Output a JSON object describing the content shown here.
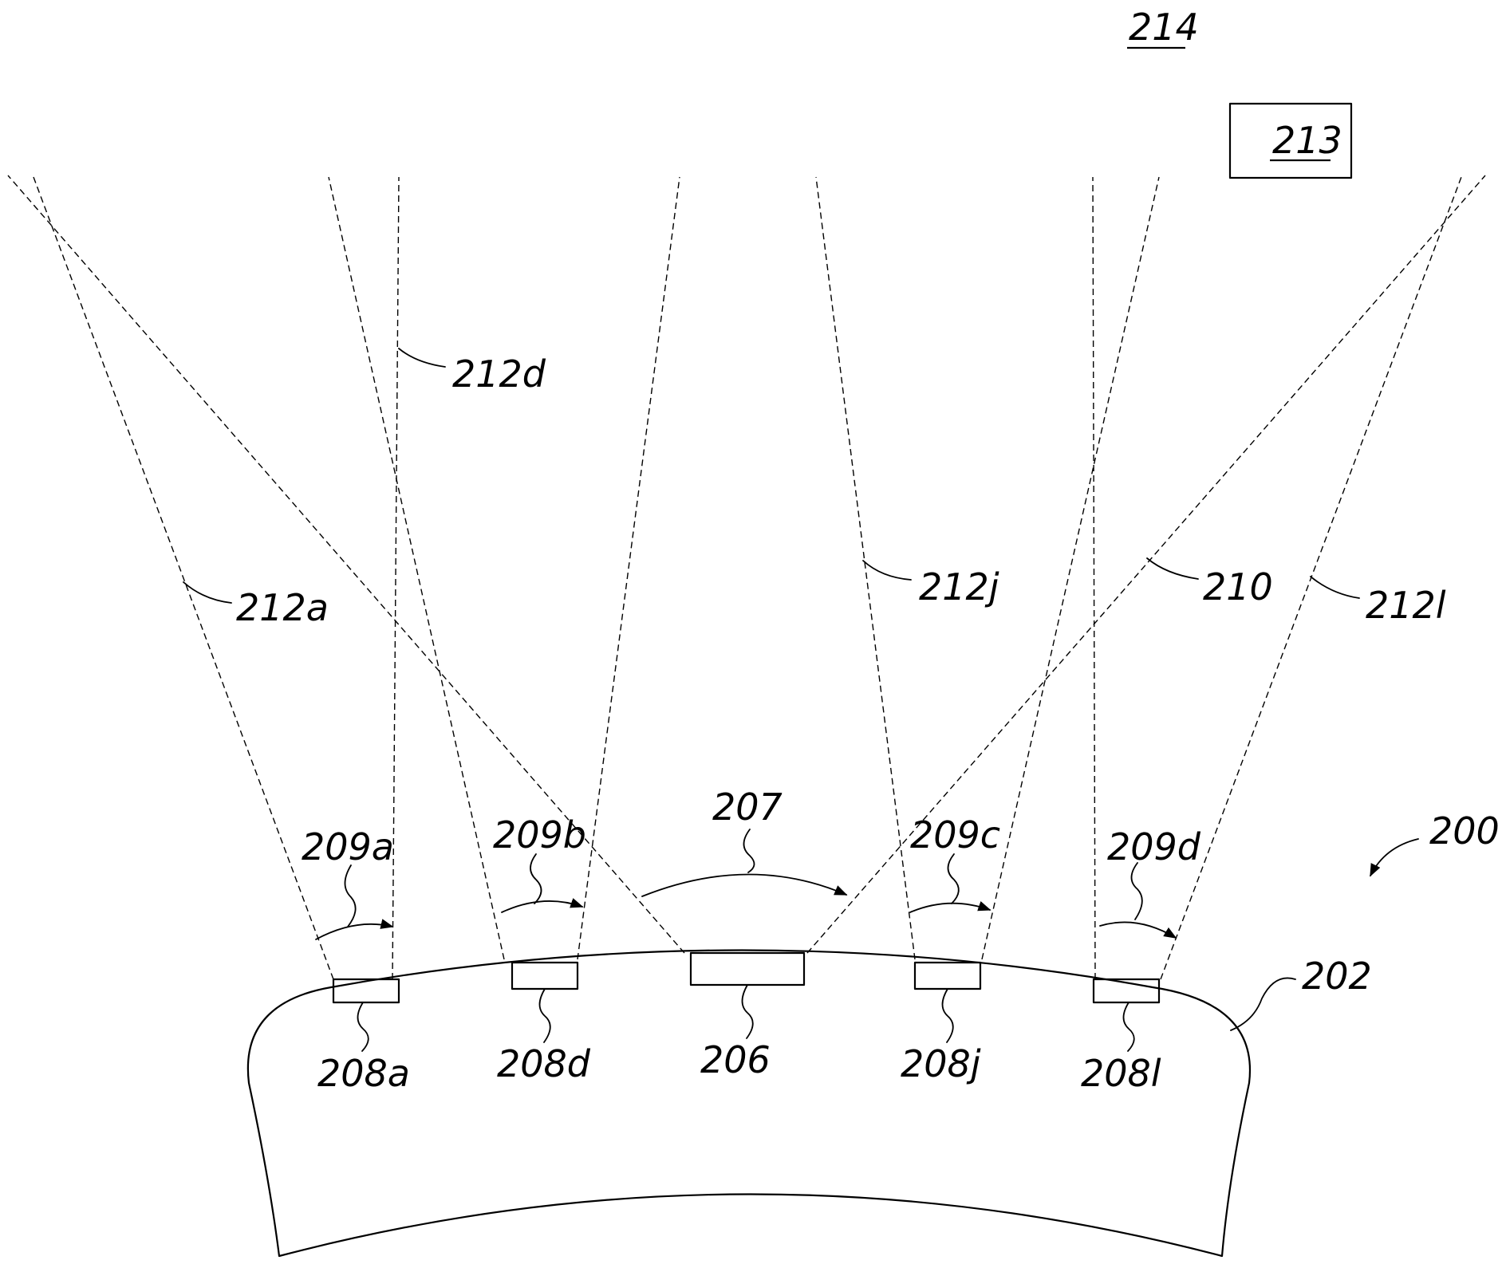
{
  "labels": {
    "l214": "214",
    "l213": "213",
    "l212d": "212d",
    "l212a": "212a",
    "l212j": "212j",
    "l210": "210",
    "l212l": "212l",
    "l207": "207",
    "l209a": "209a",
    "l209b": "209b",
    "l209c": "209c",
    "l209d": "209d",
    "l200": "200",
    "l202": "202",
    "l208a": "208a",
    "l208d": "208d",
    "l206": "206",
    "l208j": "208j",
    "l208l": "208l"
  }
}
